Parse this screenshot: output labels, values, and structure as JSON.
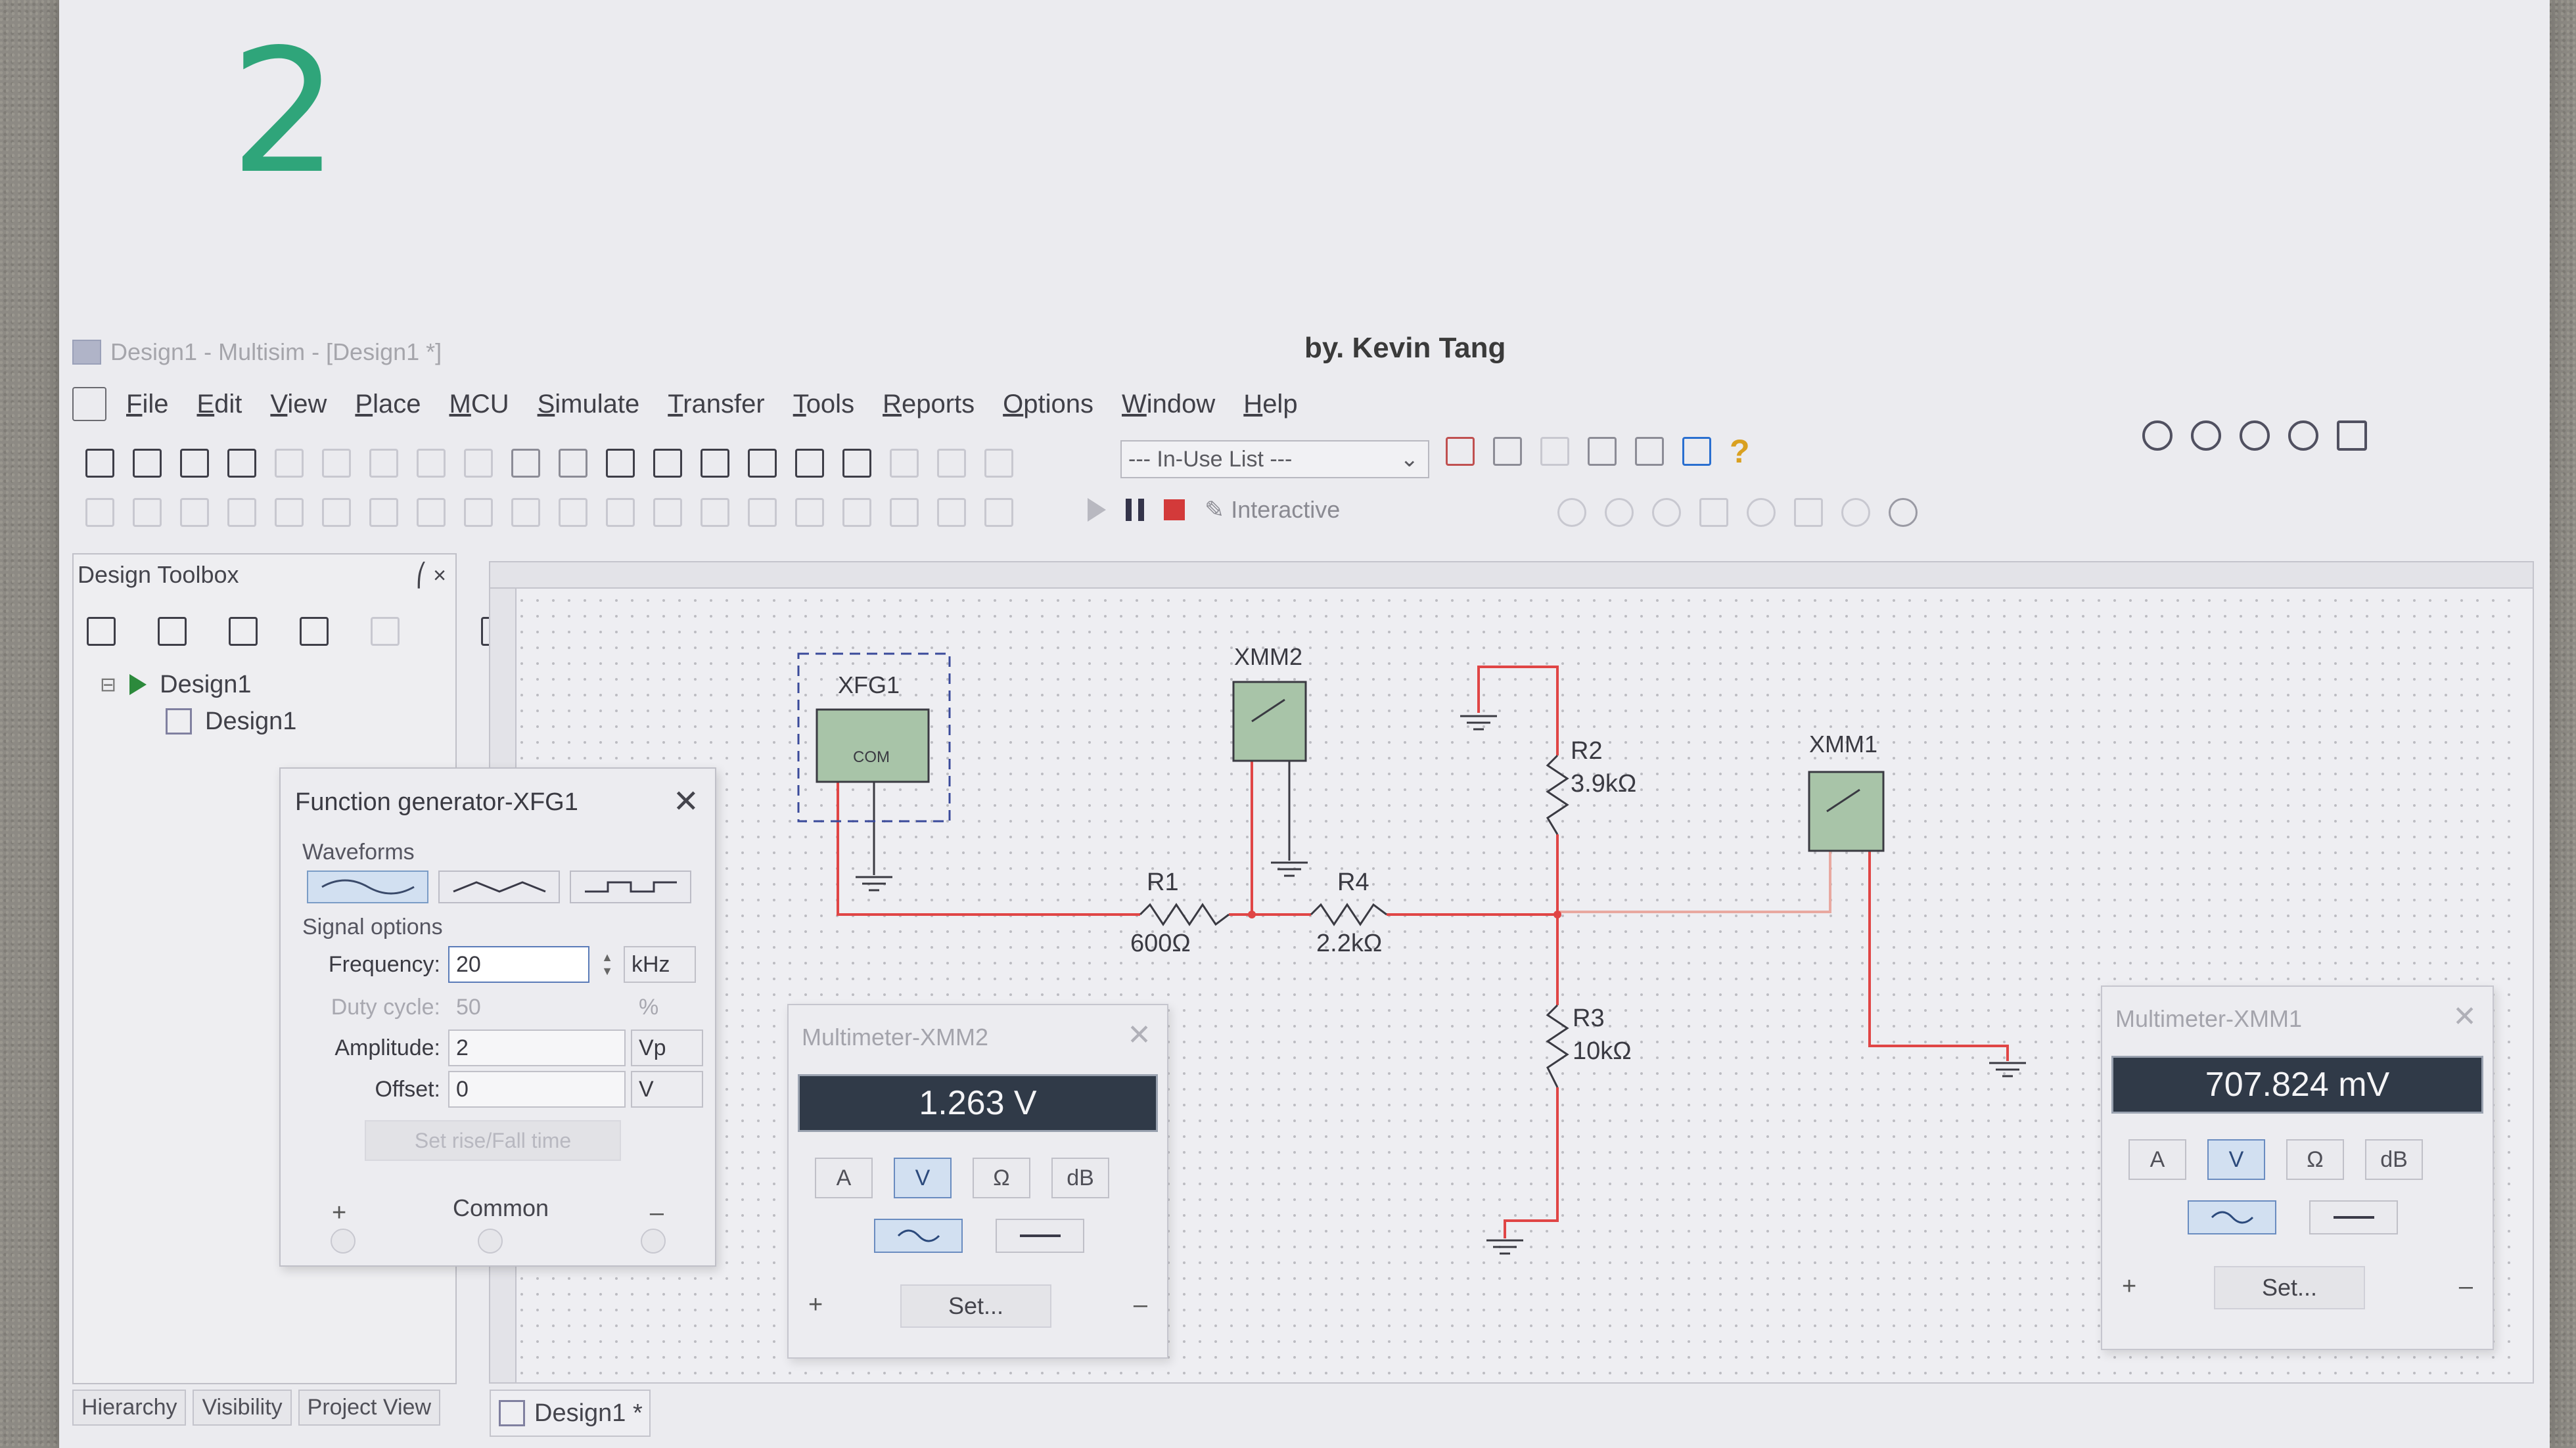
{
  "page": {
    "handwritten_number": "2",
    "byline": "by. Kevin Tang"
  },
  "window": {
    "title": "Design1 - Multisim - [Design1 *]"
  },
  "menu": {
    "items": [
      "File",
      "Edit",
      "View",
      "Place",
      "MCU",
      "Simulate",
      "Transfer",
      "Tools",
      "Reports",
      "Options",
      "Window",
      "Help"
    ]
  },
  "toolbar": {
    "in_use_list": "--- In-Use List ---",
    "interactive_label": "Interactive"
  },
  "design_toolbox": {
    "title": "Design Toolbox",
    "close_glyph": "×",
    "tree": [
      {
        "label": "Design1",
        "level": 0
      },
      {
        "label": "Design1",
        "level": 1
      }
    ],
    "tabs": [
      "Hierarchy",
      "Visibility",
      "Project View"
    ]
  },
  "function_generator": {
    "title": "Function generator-XFG1",
    "waveforms_label": "Waveforms",
    "selected_waveform": "sine",
    "signal_options_label": "Signal options",
    "frequency": {
      "label": "Frequency:",
      "value": "20",
      "unit": "kHz"
    },
    "duty_cycle": {
      "label": "Duty cycle:",
      "value": "50",
      "unit": "%"
    },
    "amplitude": {
      "label": "Amplitude:",
      "value": "2",
      "unit": "Vp"
    },
    "offset": {
      "label": "Offset:",
      "value": "0",
      "unit": "V"
    },
    "set_rise_fall": "Set rise/Fall time",
    "plus": "+",
    "common": "Common",
    "minus": "–"
  },
  "multimeter_xmm2": {
    "title": "Multimeter-XMM2",
    "reading": "1.263 V",
    "modes": [
      "A",
      "V",
      "Ω",
      "dB"
    ],
    "active_mode": "V",
    "set_label": "Set...",
    "plus": "+",
    "minus": "–"
  },
  "multimeter_xmm1": {
    "title": "Multimeter-XMM1",
    "reading": "707.824 mV",
    "modes": [
      "A",
      "V",
      "Ω",
      "dB"
    ],
    "active_mode": "V",
    "set_label": "Set...",
    "plus": "+",
    "minus": "–"
  },
  "schematic": {
    "components": {
      "xfg1": {
        "label": "XFG1",
        "terminal_label": "COM"
      },
      "xmm2": {
        "label": "XMM2"
      },
      "xmm1": {
        "label": "XMM1"
      },
      "r1": {
        "label": "R1",
        "value": "600Ω"
      },
      "r4": {
        "label": "R4",
        "value": "2.2kΩ"
      },
      "r2": {
        "label": "R2",
        "value": "3.9kΩ"
      },
      "r3": {
        "label": "R3",
        "value": "10kΩ"
      }
    },
    "wire_color": "#e04545",
    "wire_color_light": "#e8a8a0"
  },
  "canvas_tab": {
    "label": "Design1 *"
  },
  "colors": {
    "accent_blue": "#d2e0f1",
    "display_bg": "#303a48",
    "paper": "#ebebef",
    "handwriting_green": "#2fa57a"
  },
  "icons": [
    "new-icon",
    "open-icon",
    "save-icon",
    "print-icon",
    "cut-icon",
    "copy-icon",
    "paste-icon",
    "undo-icon",
    "redo-icon",
    "spreadsheet-icon",
    "grapher-icon",
    "zoom-in-icon",
    "zoom-out-icon",
    "zoom-area-icon",
    "zoom-fit-icon",
    "play-icon",
    "pause-icon",
    "stop-icon",
    "help-icon"
  ]
}
